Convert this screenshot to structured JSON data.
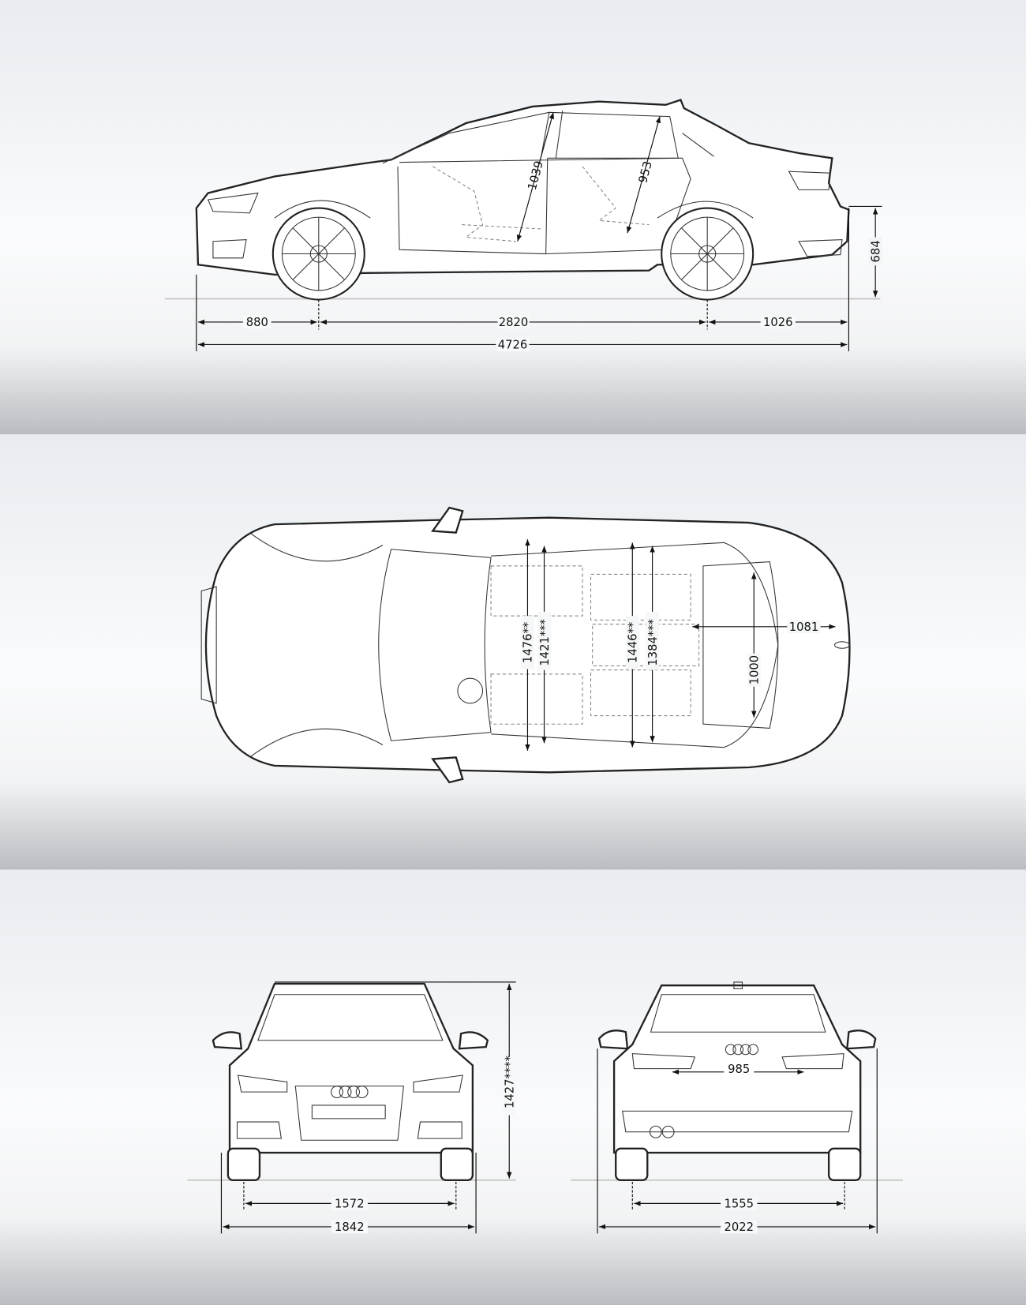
{
  "side_view": {
    "front_overhang": "880",
    "wheelbase": "2820",
    "rear_overhang": "1026",
    "length": "4726",
    "trunk_lip_height": "684",
    "front_headroom": "1039",
    "rear_headroom": "953"
  },
  "top_view": {
    "front_shoulder_width": "1476**",
    "front_elbow_width": "1421***",
    "rear_shoulder_width": "1446**",
    "rear_elbow_width": "1384***",
    "trunk_length": "1081",
    "trunk_width": "1000"
  },
  "front_view": {
    "height": "1427****",
    "front_track": "1572",
    "width": "1842"
  },
  "rear_view": {
    "loading_width": "985",
    "rear_track": "1555",
    "width_with_mirrors": "2022"
  },
  "colors": {
    "line": "#222222",
    "background_top": "#e9edf1",
    "background_bottom": "#bfc3c7"
  }
}
